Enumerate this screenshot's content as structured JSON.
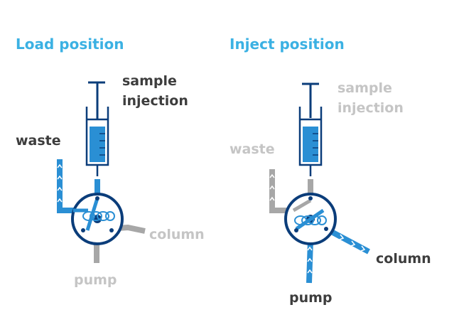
{
  "colors": {
    "blue": "#2a8fd4",
    "light_blue": "#3bb1e3",
    "navy": "#0b3d7a",
    "grey": "#a7a7a7",
    "label_dark": "#3d3d3d",
    "label_grey": "#c5c5c5"
  },
  "load": {
    "title": "Load position",
    "sample_line1": "sample",
    "sample_line2": "injection",
    "waste": "waste",
    "column": "column",
    "pump": "pump"
  },
  "inject": {
    "title": "Inject position",
    "sample_line1": "sample",
    "sample_line2": "injection",
    "waste": "waste",
    "column": "column",
    "pump": "pump"
  }
}
